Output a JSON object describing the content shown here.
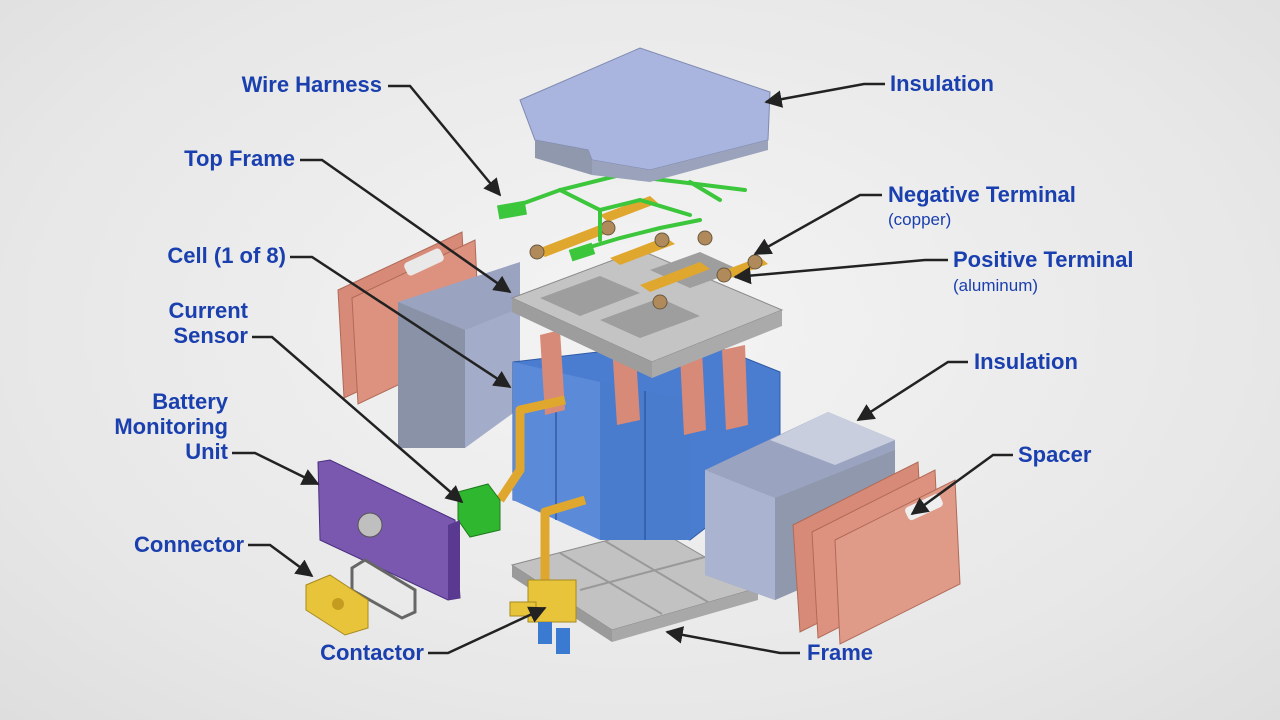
{
  "colors": {
    "label": "#1a3fae",
    "leader": "#222222",
    "insulation": "#a7b3dc",
    "insulation_side": "#8f98ad",
    "copper_spacer": "#d98a78",
    "cell_blue": "#4c7fd0",
    "frame_gray": "#b4b4b4",
    "wire_green": "#3cc63c",
    "terminal_orange": "#e0a72e",
    "bmu_purple": "#7a58b0",
    "connector_yellow": "#e8c43a"
  },
  "labels": {
    "wire_harness": "Wire Harness",
    "top_frame": "Top Frame",
    "cell": "Cell (1 of 8)",
    "current_sensor_1": "Current",
    "current_sensor_2": "Sensor",
    "bmu_1": "Battery",
    "bmu_2": "Monitoring",
    "bmu_3": "Unit",
    "connector": "Connector",
    "contactor": "Contactor",
    "insulation_top": "Insulation",
    "negative_terminal": "Negative Terminal",
    "negative_terminal_material": "(copper)",
    "positive_terminal": "Positive Terminal",
    "positive_terminal_material": "(aluminum)",
    "insulation_right": "Insulation",
    "spacer": "Spacer",
    "frame": "Frame"
  }
}
